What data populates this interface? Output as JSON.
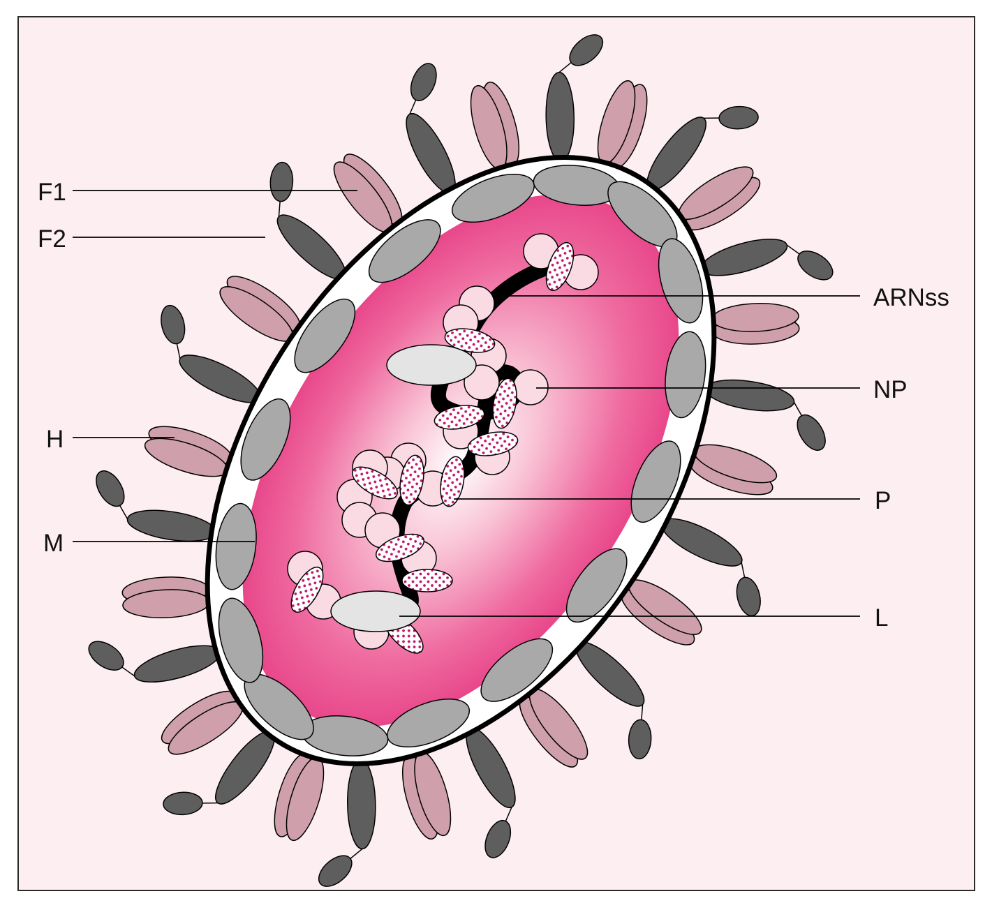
{
  "diagram": {
    "labels": {
      "f1": "F1",
      "f2": "F2",
      "h": "H",
      "m": "M",
      "arnss": "ARNss",
      "np": "NP",
      "p": "P",
      "l": "L"
    },
    "colors": {
      "background": "#fdeef1",
      "core_edge": "#e8478a",
      "matrix_protein": "#a9a9a9",
      "f_protein": "#5e5e5e",
      "h_protein": "#cf9fac",
      "nucleoprotein": "#fadbe3",
      "phosphoprotein_dots": "#c0156a",
      "l_protein": "#e4e4e4"
    }
  }
}
